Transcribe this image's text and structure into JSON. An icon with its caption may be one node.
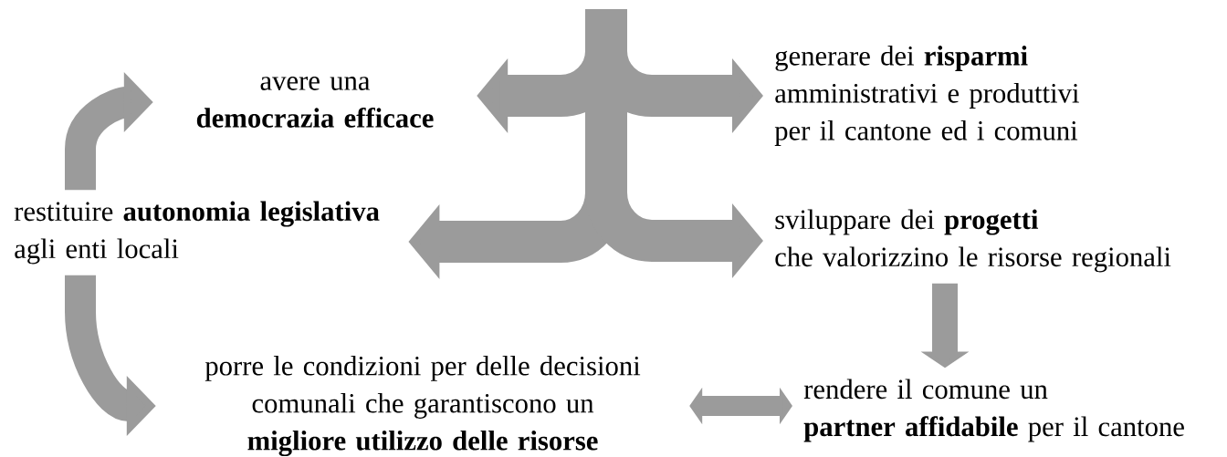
{
  "diagram": {
    "nodes": [
      {
        "text": [
          "avere una **democrazia efficace**"
        ]
      },
      {
        "text": [
          "generare dei **risparmi** amministrativi e produttivi per il cantone ed i comuni"
        ]
      },
      {
        "text": [
          "restituire **autonomia legislativa** agli enti locali"
        ]
      },
      {
        "text": [
          "sviluppare dei **progetti** che valorizzino le risorse regionali"
        ]
      },
      {
        "text": [
          "porre le condizioni per delle decisioni comunali che garantiscono un **migliore utilizzo delle risorse**"
        ]
      },
      {
        "text": [
          "rendere il comune un **partner affidabile** per il cantone"
        ]
      }
    ],
    "edges": [
      {
        "from": 2,
        "to": 0,
        "arrow": "to"
      },
      {
        "from": 2,
        "to": 4,
        "arrow": "to"
      },
      {
        "from": null,
        "to": 0,
        "arrow": "to"
      },
      {
        "from": null,
        "to": 1,
        "arrow": "to"
      },
      {
        "from": null,
        "to": 2,
        "arrow": "to"
      },
      {
        "from": null,
        "to": 3,
        "arrow": "to"
      },
      {
        "from": 3,
        "to": 5,
        "arrow": "to"
      },
      {
        "from": 4,
        "to": 5,
        "arrow": "both"
      }
    ]
  }
}
